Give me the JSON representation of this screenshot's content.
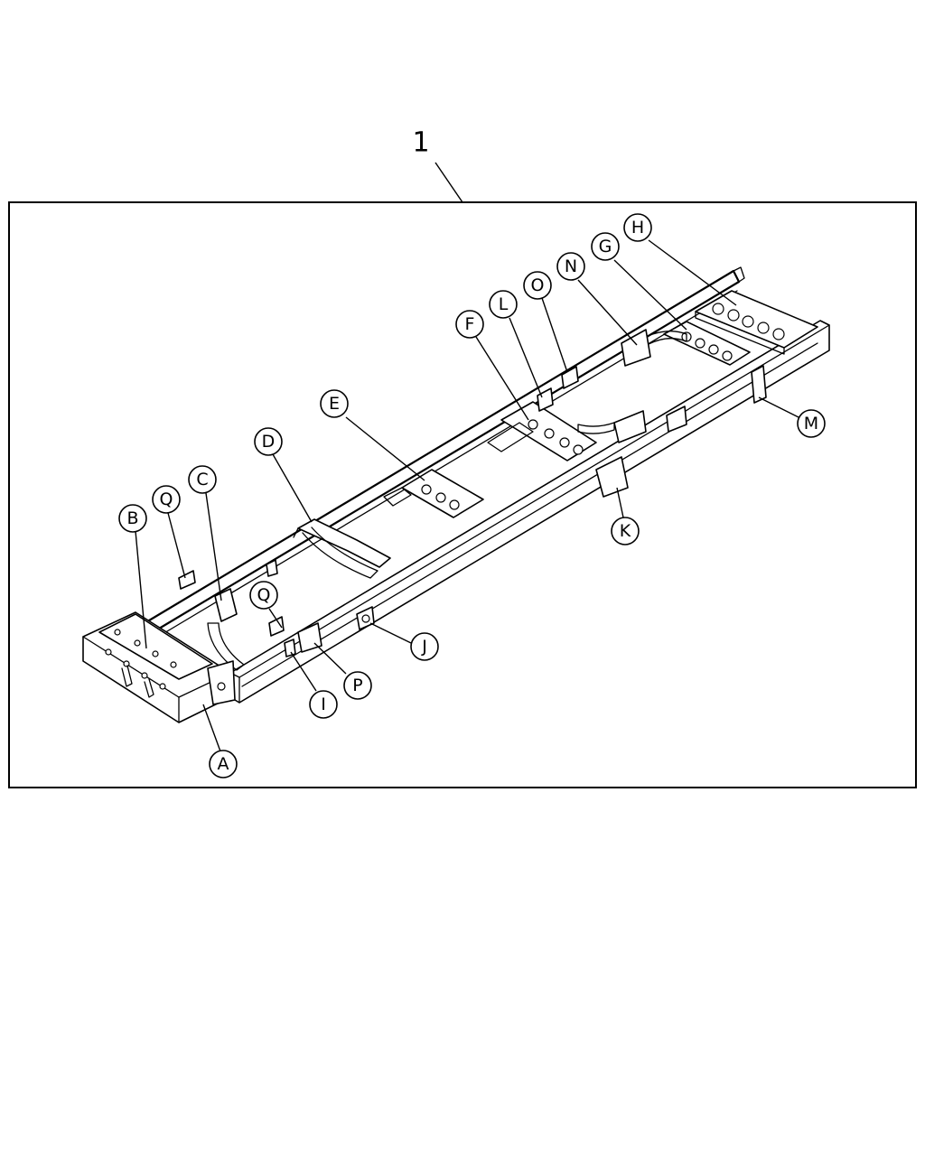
{
  "assembly_number": "1",
  "callouts": [
    {
      "id": "A",
      "label": "A"
    },
    {
      "id": "B",
      "label": "B"
    },
    {
      "id": "C",
      "label": "C"
    },
    {
      "id": "D",
      "label": "D"
    },
    {
      "id": "E",
      "label": "E"
    },
    {
      "id": "F",
      "label": "F"
    },
    {
      "id": "G",
      "label": "G"
    },
    {
      "id": "H",
      "label": "H"
    },
    {
      "id": "I",
      "label": "I"
    },
    {
      "id": "J",
      "label": "J"
    },
    {
      "id": "K",
      "label": "K"
    },
    {
      "id": "L",
      "label": "L"
    },
    {
      "id": "M",
      "label": "M"
    },
    {
      "id": "N",
      "label": "N"
    },
    {
      "id": "O",
      "label": "O"
    },
    {
      "id": "P",
      "label": "P"
    },
    {
      "id": "Q1",
      "label": "Q"
    },
    {
      "id": "Q2",
      "label": "Q"
    }
  ]
}
